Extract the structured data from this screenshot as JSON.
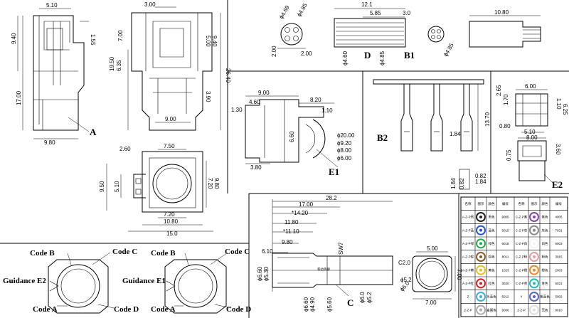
{
  "dims_a": {
    "d510": "5.10",
    "d155": "1.55",
    "d940": "9.40",
    "d1700": "17.00",
    "d980": "9.80",
    "label": "A"
  },
  "dims_front": {
    "d300": "3.00",
    "d500": "5.00",
    "d700": "7.00",
    "d940": "9.40",
    "d1950": "19.50",
    "d635": "6.35",
    "d2640": "26.40",
    "d390": "3.90",
    "d900": "9.00"
  },
  "dims_b1": {
    "p469": "ϕ4.69",
    "p485": "ϕ4.85",
    "d200a": "2.00",
    "d200b": "2.00",
    "d1210": "12.1",
    "d585": "5.85",
    "d30": "3.0",
    "p460": "ϕ4.60",
    "p485b": "ϕ4.85",
    "labD": "D",
    "labB1": "B1",
    "p485c": "ϕ4.85",
    "d1080": "10.80"
  },
  "dims_e1": {
    "d900": "9.00",
    "d820": "8.20",
    "d460": "4.60",
    "d130": "1.30",
    "d110": "1.10",
    "d660": "6.60",
    "p2000": "ϕ20.00",
    "p920": "ϕ9.20",
    "p800": "ϕ8.00",
    "p600": "ϕ6.00",
    "d380": "3.80",
    "lab": "E1"
  },
  "dims_b2": {
    "lab": "B2",
    "d184": "1.84",
    "d1370": "13.70",
    "d184b": "1.84",
    "d082": "0.82",
    "d082b": "0.82",
    "d184c": "1.84"
  },
  "dims_e2": {
    "d265": "2.65",
    "d170": "1.70",
    "d600": "6.00",
    "d110": "1.10",
    "d625": "6.25",
    "d080": "0.80",
    "d510": "5.10",
    "d800": "8.00",
    "d075": "0.75",
    "d360": "3.60",
    "lab": "E2"
  },
  "dims_socket": {
    "d750": "7.50",
    "d260": "2.60",
    "d950": "9.50",
    "d510": "5.10",
    "d720": "7.20",
    "d980": "9.80",
    "d720b": "7.20",
    "d1080": "10.80",
    "d150": "15.0"
  },
  "dims_c": {
    "d282": "28.2",
    "d1700": "17.00",
    "d1420": "*14.20",
    "d1180": "11.80",
    "d1110": "*11.10",
    "d980": "9.80",
    "d610": "6.10",
    "sw": "SW7",
    "p660": "ϕ6.60",
    "p530": "ϕ5.30",
    "p660b": "ϕ6.60",
    "p490": "ϕ4.90",
    "p560": "ϕ5.60",
    "p60": "ϕ6.0",
    "p52": "ϕ5.2",
    "lab": "C",
    "mark": "卷边热铆"
  },
  "dims_c2": {
    "d500": "5.00",
    "lab": "C2.0",
    "d700": "7.00",
    "d700b": "7.00",
    "p52": "ϕ5.2",
    "p60": "ϕ6.0"
  },
  "codes_left": {
    "b": "Code B",
    "c": "Code C",
    "a": "Code A",
    "d": "Code D",
    "g": "Guidance E2"
  },
  "codes_right": {
    "b": "Code B",
    "c": "Code C",
    "a": "Code A",
    "d": "Code D",
    "g": "Guidance E1"
  },
  "table": {
    "headers": [
      "名称",
      "图示",
      "颜色",
      "编号",
      "名称",
      "图示",
      "颜色",
      "编号"
    ],
    "rows": [
      [
        "A-Z-P黑",
        "",
        "黑色",
        "9005",
        "C-Z-P紫",
        "",
        "紫色",
        "4005"
      ],
      [
        "A-Z-P蓝",
        "",
        "蓝色",
        "5015",
        "C-Z-P灰",
        "",
        "灰色",
        "7031"
      ],
      [
        "A-Z-P绿",
        "",
        "绿色",
        "6018",
        "C-Z-P白",
        "",
        "白色",
        "9003"
      ],
      [
        "A-Z-P棕",
        "",
        "棕色",
        "8011",
        "C-Z-P粉",
        "",
        "粉色",
        "3015"
      ],
      [
        "A-Z-P黄",
        "",
        "黄色",
        "1023",
        "C-Z-P橙",
        "",
        "橙色",
        "2003"
      ],
      [
        "A-Z-P红",
        "",
        "红色",
        "3020",
        "C-Z-P青",
        "",
        "青色",
        "5021"
      ],
      [
        "Z",
        "",
        "水蓝色",
        "5012",
        "Y",
        "",
        "紫蓝色",
        "5002"
      ],
      [
        "Z-Z-P",
        "",
        "金属色",
        "9006",
        "Z-Z-P",
        "",
        "无色",
        "9010"
      ]
    ]
  },
  "colors": {
    "line": "#000000",
    "background": "#ffffff"
  }
}
